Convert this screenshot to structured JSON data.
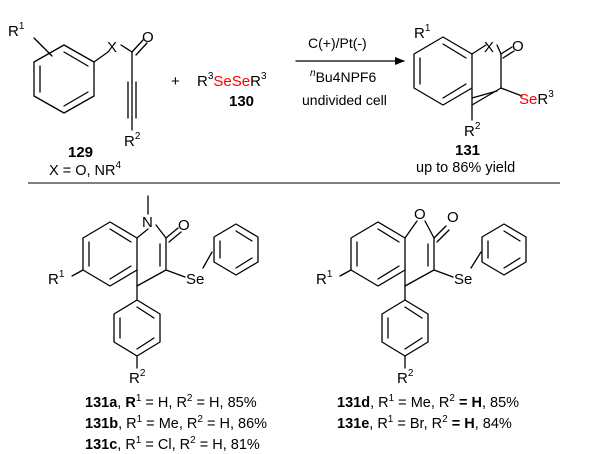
{
  "reaction": {
    "sm1": {
      "r1": "1",
      "x": "X",
      "o": "O",
      "r2": "2",
      "number": "129",
      "x_def": {
        "main": "X = O, NR",
        "sup": "4"
      }
    },
    "plus": "+",
    "sm2": {
      "r3_a": "3",
      "se": "SeSe",
      "r3_b": "3",
      "number": "130"
    },
    "conditions": {
      "electrodes": "C(+)/Pt(-)",
      "electrolyte_prefix": "n",
      "electrolyte": "Bu4NPF6",
      "cell": "undivided cell"
    },
    "product": {
      "r1": "1",
      "x": "X",
      "o": "O",
      "se": "Se",
      "r3": "3",
      "r2": "2",
      "number": "131",
      "yield_note": "up to 86% yield"
    }
  },
  "examples": {
    "left": {
      "n_methyl": "N",
      "o": "O",
      "se": "Se",
      "r1": "1",
      "r2": "2",
      "entries": [
        {
          "id": "131a",
          "r1": "H",
          "r2": "H",
          "yield": "85%"
        },
        {
          "id": "131b",
          "r1": "Me",
          "r2": "H",
          "yield": "86%"
        },
        {
          "id": "131c",
          "r1": "Cl",
          "r2": "H",
          "yield": "81%"
        }
      ]
    },
    "right": {
      "o_ring": "O",
      "o": "O",
      "se": "Se",
      "r1": "1",
      "r2": "2",
      "entries": [
        {
          "id": "131d",
          "r1": "Me",
          "r2": "H",
          "yield": "85%"
        },
        {
          "id": "131e",
          "r1": "Br",
          "r2": "H",
          "yield": "84%"
        }
      ]
    }
  },
  "colors": {
    "selenium": "#ff0000",
    "ink": "#000000"
  }
}
